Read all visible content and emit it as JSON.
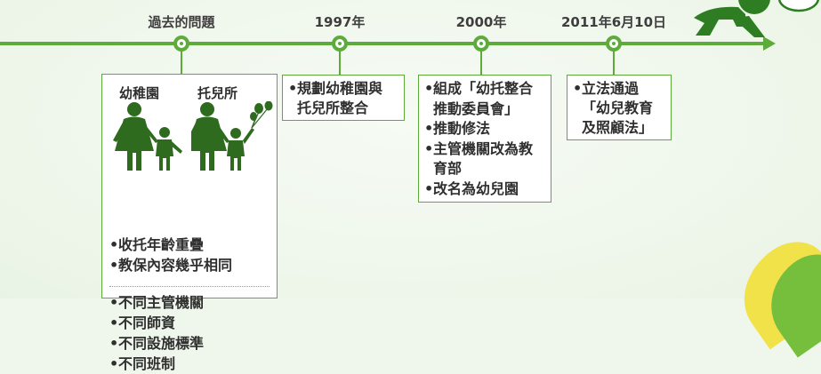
{
  "colors": {
    "accent": "#5dab3a",
    "box_border": "#5dab3a",
    "text": "#2f2f2f"
  },
  "timeline": {
    "periods": [
      {
        "label": "過去的問題"
      },
      {
        "label": "1997年"
      },
      {
        "label": "2000年"
      },
      {
        "label": "2011年6月10日"
      }
    ]
  },
  "past": {
    "head_left": "幼稚園",
    "head_right": "托兒所",
    "similar": [
      "收托年齡重疊",
      "教保內容幾乎相同"
    ],
    "different": [
      "不同主管機關",
      "不同師資",
      "不同設施標準",
      "不同班制"
    ]
  },
  "y1997": {
    "line1": "規劃幼稚園與",
    "line2": "托兒所整合"
  },
  "y2000": {
    "item1_line1": "組成「幼托整合",
    "item1_line2": "推動委員會」",
    "item2": "推動修法",
    "item3_line1": "主管機關改為教",
    "item3_line2": "育部",
    "item4": "改名為幼兒園"
  },
  "y2011": {
    "line1": "立法通過",
    "line2": "「幼兒教育",
    "line3": "及照顧法」"
  },
  "icons": [
    "family-icon",
    "family-with-balloons-icon",
    "crawling-child-icon"
  ]
}
